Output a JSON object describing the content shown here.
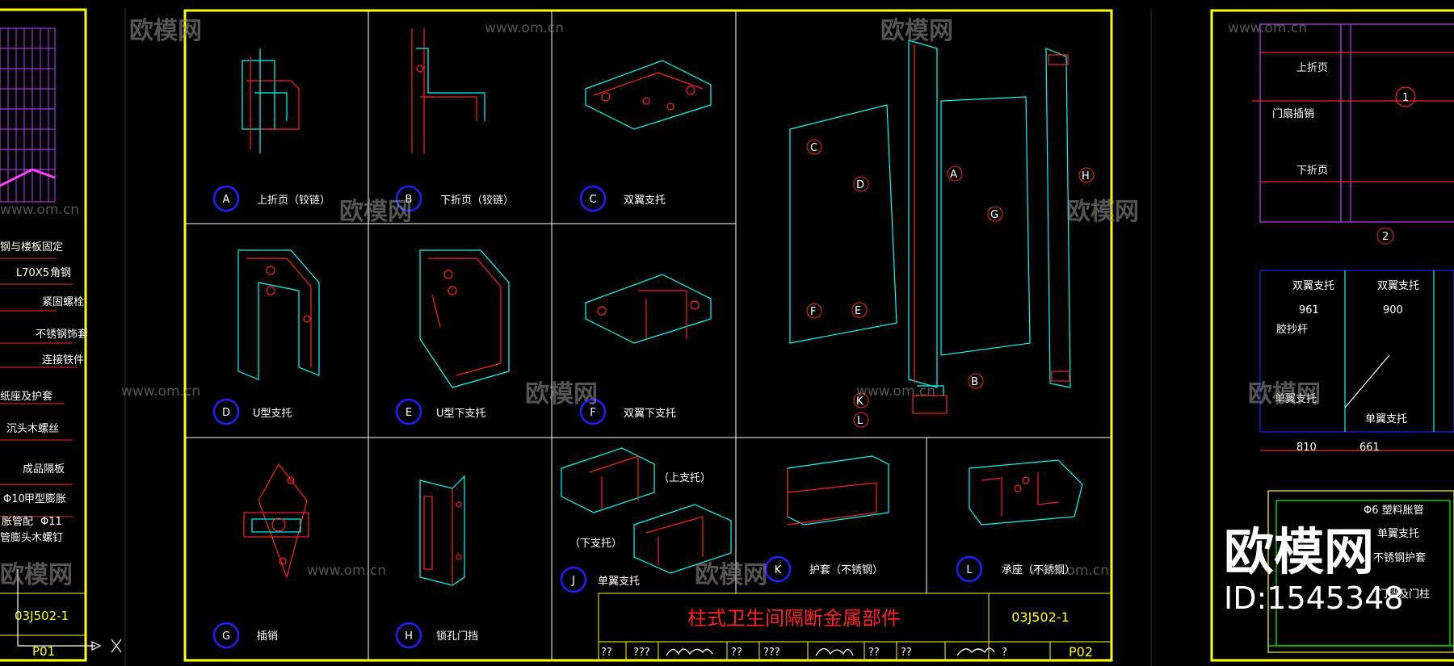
{
  "watermark": {
    "brand": "欧模网",
    "url": "www.om.cn",
    "id": "ID:1545348"
  },
  "main_sheet": {
    "title": "柱式卫生间隔断金属部件",
    "drawing_no": "03J502-1",
    "page": "P02",
    "signature_cells": [
      "??",
      "???",
      "??",
      "???",
      "??",
      "??",
      "?"
    ]
  },
  "left_sheet": {
    "drawing_no": "03J502-1",
    "page": "P01",
    "notes": [
      "钢与楼板固定",
      "L70X5",
      "角钢",
      "紧固螺栓",
      "不锈钢饰套",
      "连接铁件",
      "纸座及护套",
      "沉头木螺丝",
      "成品隔板",
      "Φ10",
      "甲型膨胀",
      "胀管配",
      "Φ11",
      "管膨头木螺钉"
    ]
  },
  "parts": [
    {
      "key": "A",
      "label": "上折页（铰链）"
    },
    {
      "key": "B",
      "label": "下折页（铰链）"
    },
    {
      "key": "C",
      "label": "双翼支托"
    },
    {
      "key": "D",
      "label": "U型支托"
    },
    {
      "key": "E",
      "label": "U型下支托"
    },
    {
      "key": "F",
      "label": "双翼下支托"
    },
    {
      "key": "G",
      "label": "插销"
    },
    {
      "key": "H",
      "label": "锁孔门挡"
    },
    {
      "key": "J",
      "label": "单翼支托"
    },
    {
      "key": "K",
      "label": "护套（不锈钢）"
    },
    {
      "key": "L",
      "label": "承座（不锈钢）"
    }
  ],
  "part_J_subs": {
    "upper": "（上支托）",
    "lower": "（下支托）"
  },
  "assembly_callouts": [
    "A",
    "B",
    "C",
    "D",
    "E",
    "F",
    "G",
    "H",
    "K",
    "L"
  ],
  "right_sheet": {
    "labels": [
      "上折页",
      "门扇插销",
      "下折页",
      "双翼支托",
      "双翼支托",
      "胶抄杆",
      "单翼支托",
      "单翼支托",
      "Φ6 塑料胀管",
      "单翼支托",
      "不锈钢护套",
      "门挡及门柱"
    ],
    "dims": [
      "961",
      "900",
      "810",
      "661"
    ],
    "circle_labels": [
      "1",
      "2"
    ]
  },
  "colors": {
    "frame": "#ffff00",
    "line": "#00ffff",
    "accent": "#ff2020",
    "badge": "#2020ff",
    "text": "#ffffff",
    "purple": "#c040ff"
  }
}
